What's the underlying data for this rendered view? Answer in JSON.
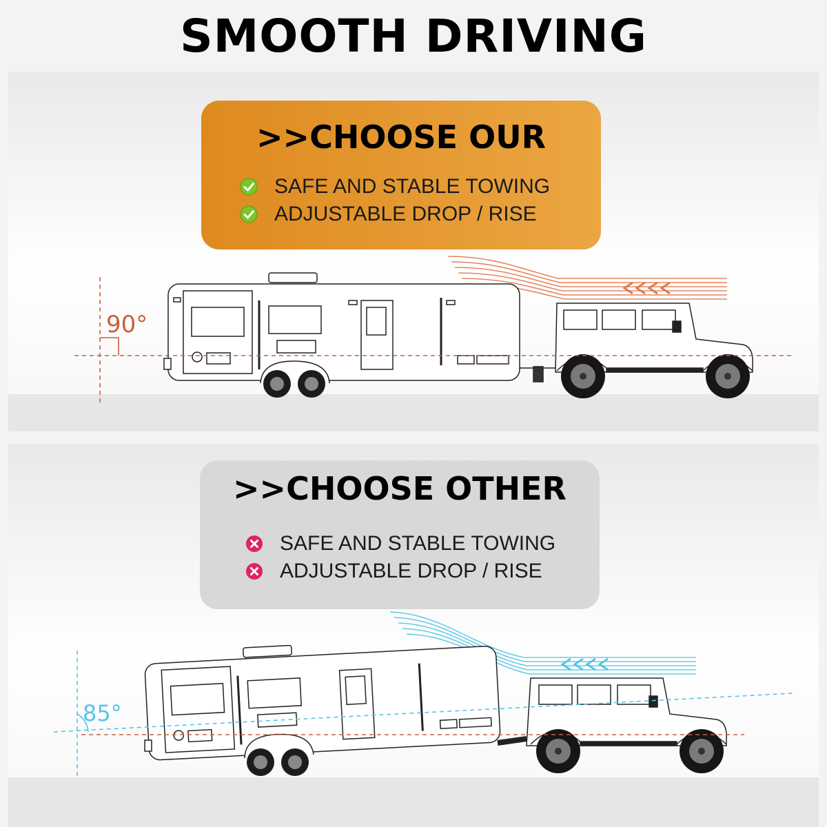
{
  "title": "SMOOTH DRIVING",
  "our": {
    "heading": ">>CHOOSE OUR",
    "items": [
      "SAFE AND STABLE TOWING",
      "ADJUSTABLE DROP / RISE"
    ],
    "icon": "check-icon",
    "angle_label": "90°",
    "accent": "#e07a50"
  },
  "other": {
    "heading": ">>CHOOSE OTHER",
    "items": [
      "SAFE AND STABLE TOWING",
      "ADJUSTABLE DROP / RISE"
    ],
    "icon": "cross-icon",
    "angle_label": "85°",
    "accent": "#55c6e6"
  },
  "colors": {
    "card_our": "#e5962f",
    "card_other": "#d8d8d8",
    "check": "#7cc52a",
    "cross": "#e0245e"
  }
}
